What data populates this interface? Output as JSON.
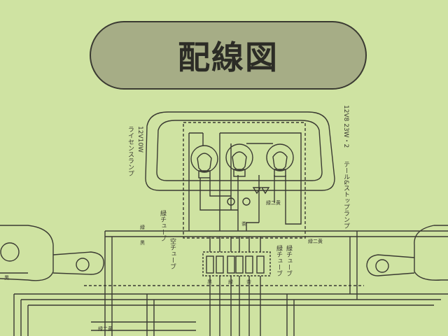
{
  "title": "配線図",
  "license_lamp_label": "ライセンスランプ",
  "license_lamp_spec": "12V10W",
  "tail_lamp_label": "テール&ストップランプ",
  "tail_lamp_spec": "12V8 23W・2",
  "left_tube_upper": "空チューブ",
  "left_tube_lower": "緑チューブ",
  "right_tube_upper": "緑チューブ",
  "right_tube_lower": "緑チューブ",
  "wire_marks": [
    "緑",
    "黒",
    "茶",
    "緑二黄",
    "緑二黄",
    "黒",
    "緑",
    "茶",
    "黒",
    "緑二黄"
  ],
  "colors": {
    "background": "#cfe3a2",
    "line": "#3a3a32",
    "pill": "#a6ad86"
  }
}
